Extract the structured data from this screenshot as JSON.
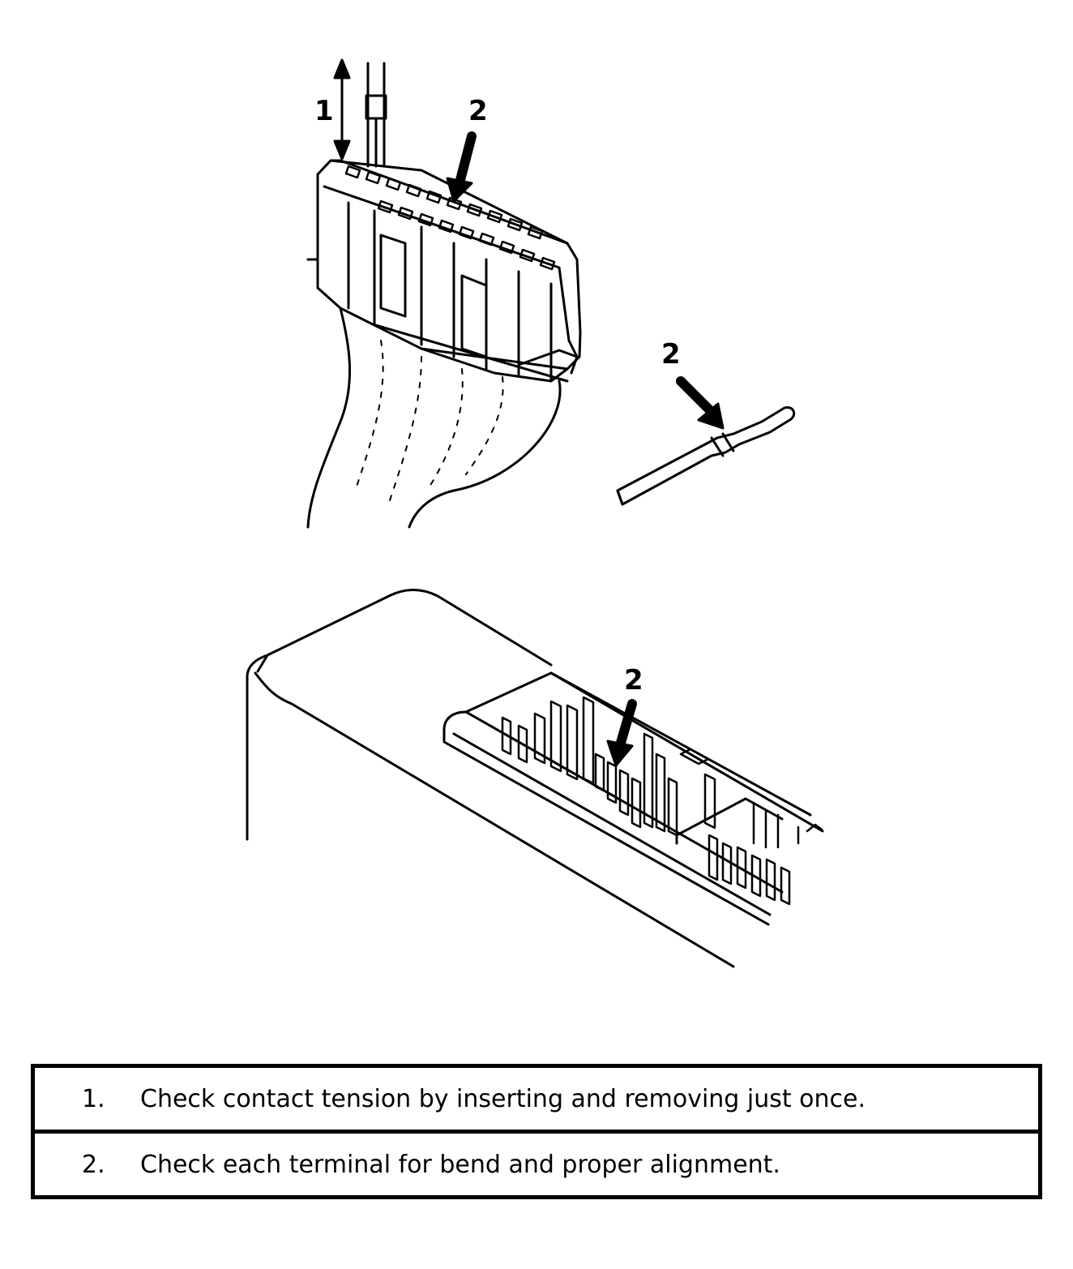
{
  "callouts": {
    "c1": "1",
    "c2_top": "2",
    "c2_probe": "2",
    "c2_bottom": "2"
  },
  "legend": [
    {
      "num": "1.",
      "text": "Check contact tension by inserting and removing just once."
    },
    {
      "num": "2.",
      "text": "Check each terminal for bend and proper alignment."
    }
  ],
  "colors": {
    "line": "#000000",
    "background": "#ffffff"
  }
}
